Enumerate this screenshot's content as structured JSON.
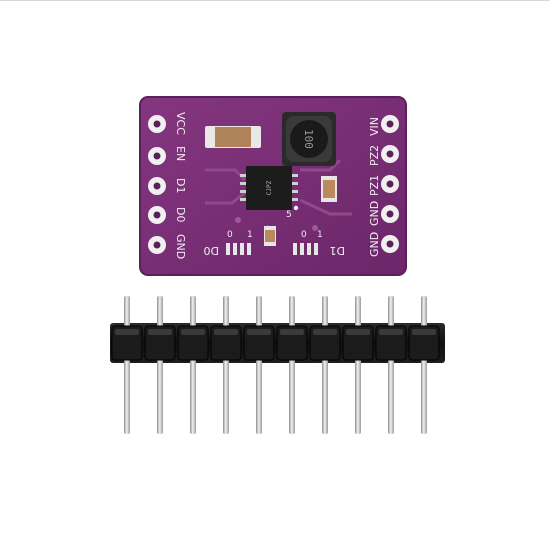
{
  "product": {
    "left_pin_labels": [
      "VCC",
      "EN",
      "D1",
      "D0",
      "GND"
    ],
    "right_pin_labels": [
      "VIN",
      "PZ2",
      "PZ1",
      "GND",
      "GND"
    ],
    "bottom_label_left": "D0",
    "bottom_label_right": "D1",
    "jumper_left_values": [
      "0",
      "1"
    ],
    "jumper_right_values": [
      "0",
      "1"
    ],
    "inductor_marking": "100",
    "chip_marking": "CJPZ",
    "marker_number": "5",
    "header_pin_count": 10
  },
  "colors": {
    "pcb": "#7a2d78",
    "pcb_edge": "#5b1f59",
    "pad": "#f0f0f0",
    "header_plastic": "#141414",
    "pin_metal": "#c9c9c9"
  }
}
